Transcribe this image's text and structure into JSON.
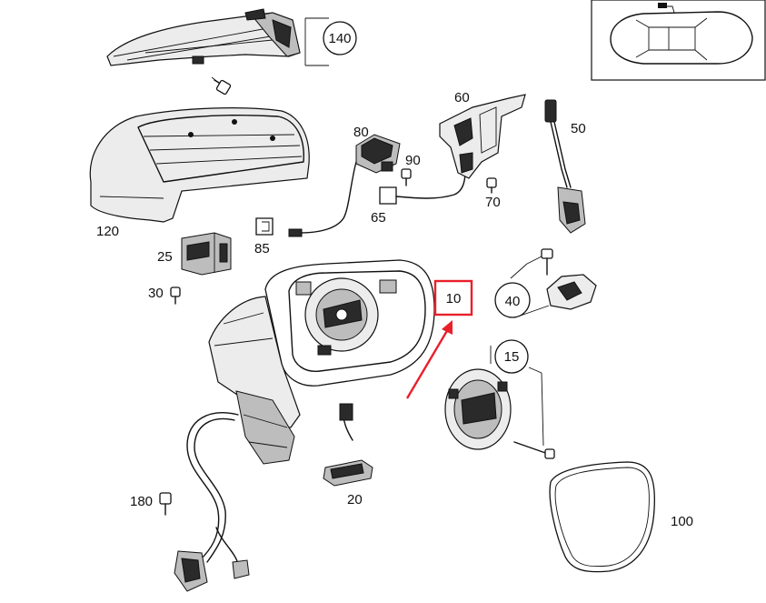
{
  "callouts": {
    "p10": "10",
    "p15": "15",
    "p20": "20",
    "p25": "25",
    "p30": "30",
    "p40": "40",
    "p50": "50",
    "p60": "60",
    "p65": "65",
    "p70": "70",
    "p80": "80",
    "p85": "85",
    "p90": "90",
    "p100": "100",
    "p120": "120",
    "p140": "140",
    "p180": "180"
  },
  "colors": {
    "highlight": "#e8202a",
    "line": "#111111"
  },
  "icons": {
    "inset": "car-top-view-icon"
  }
}
